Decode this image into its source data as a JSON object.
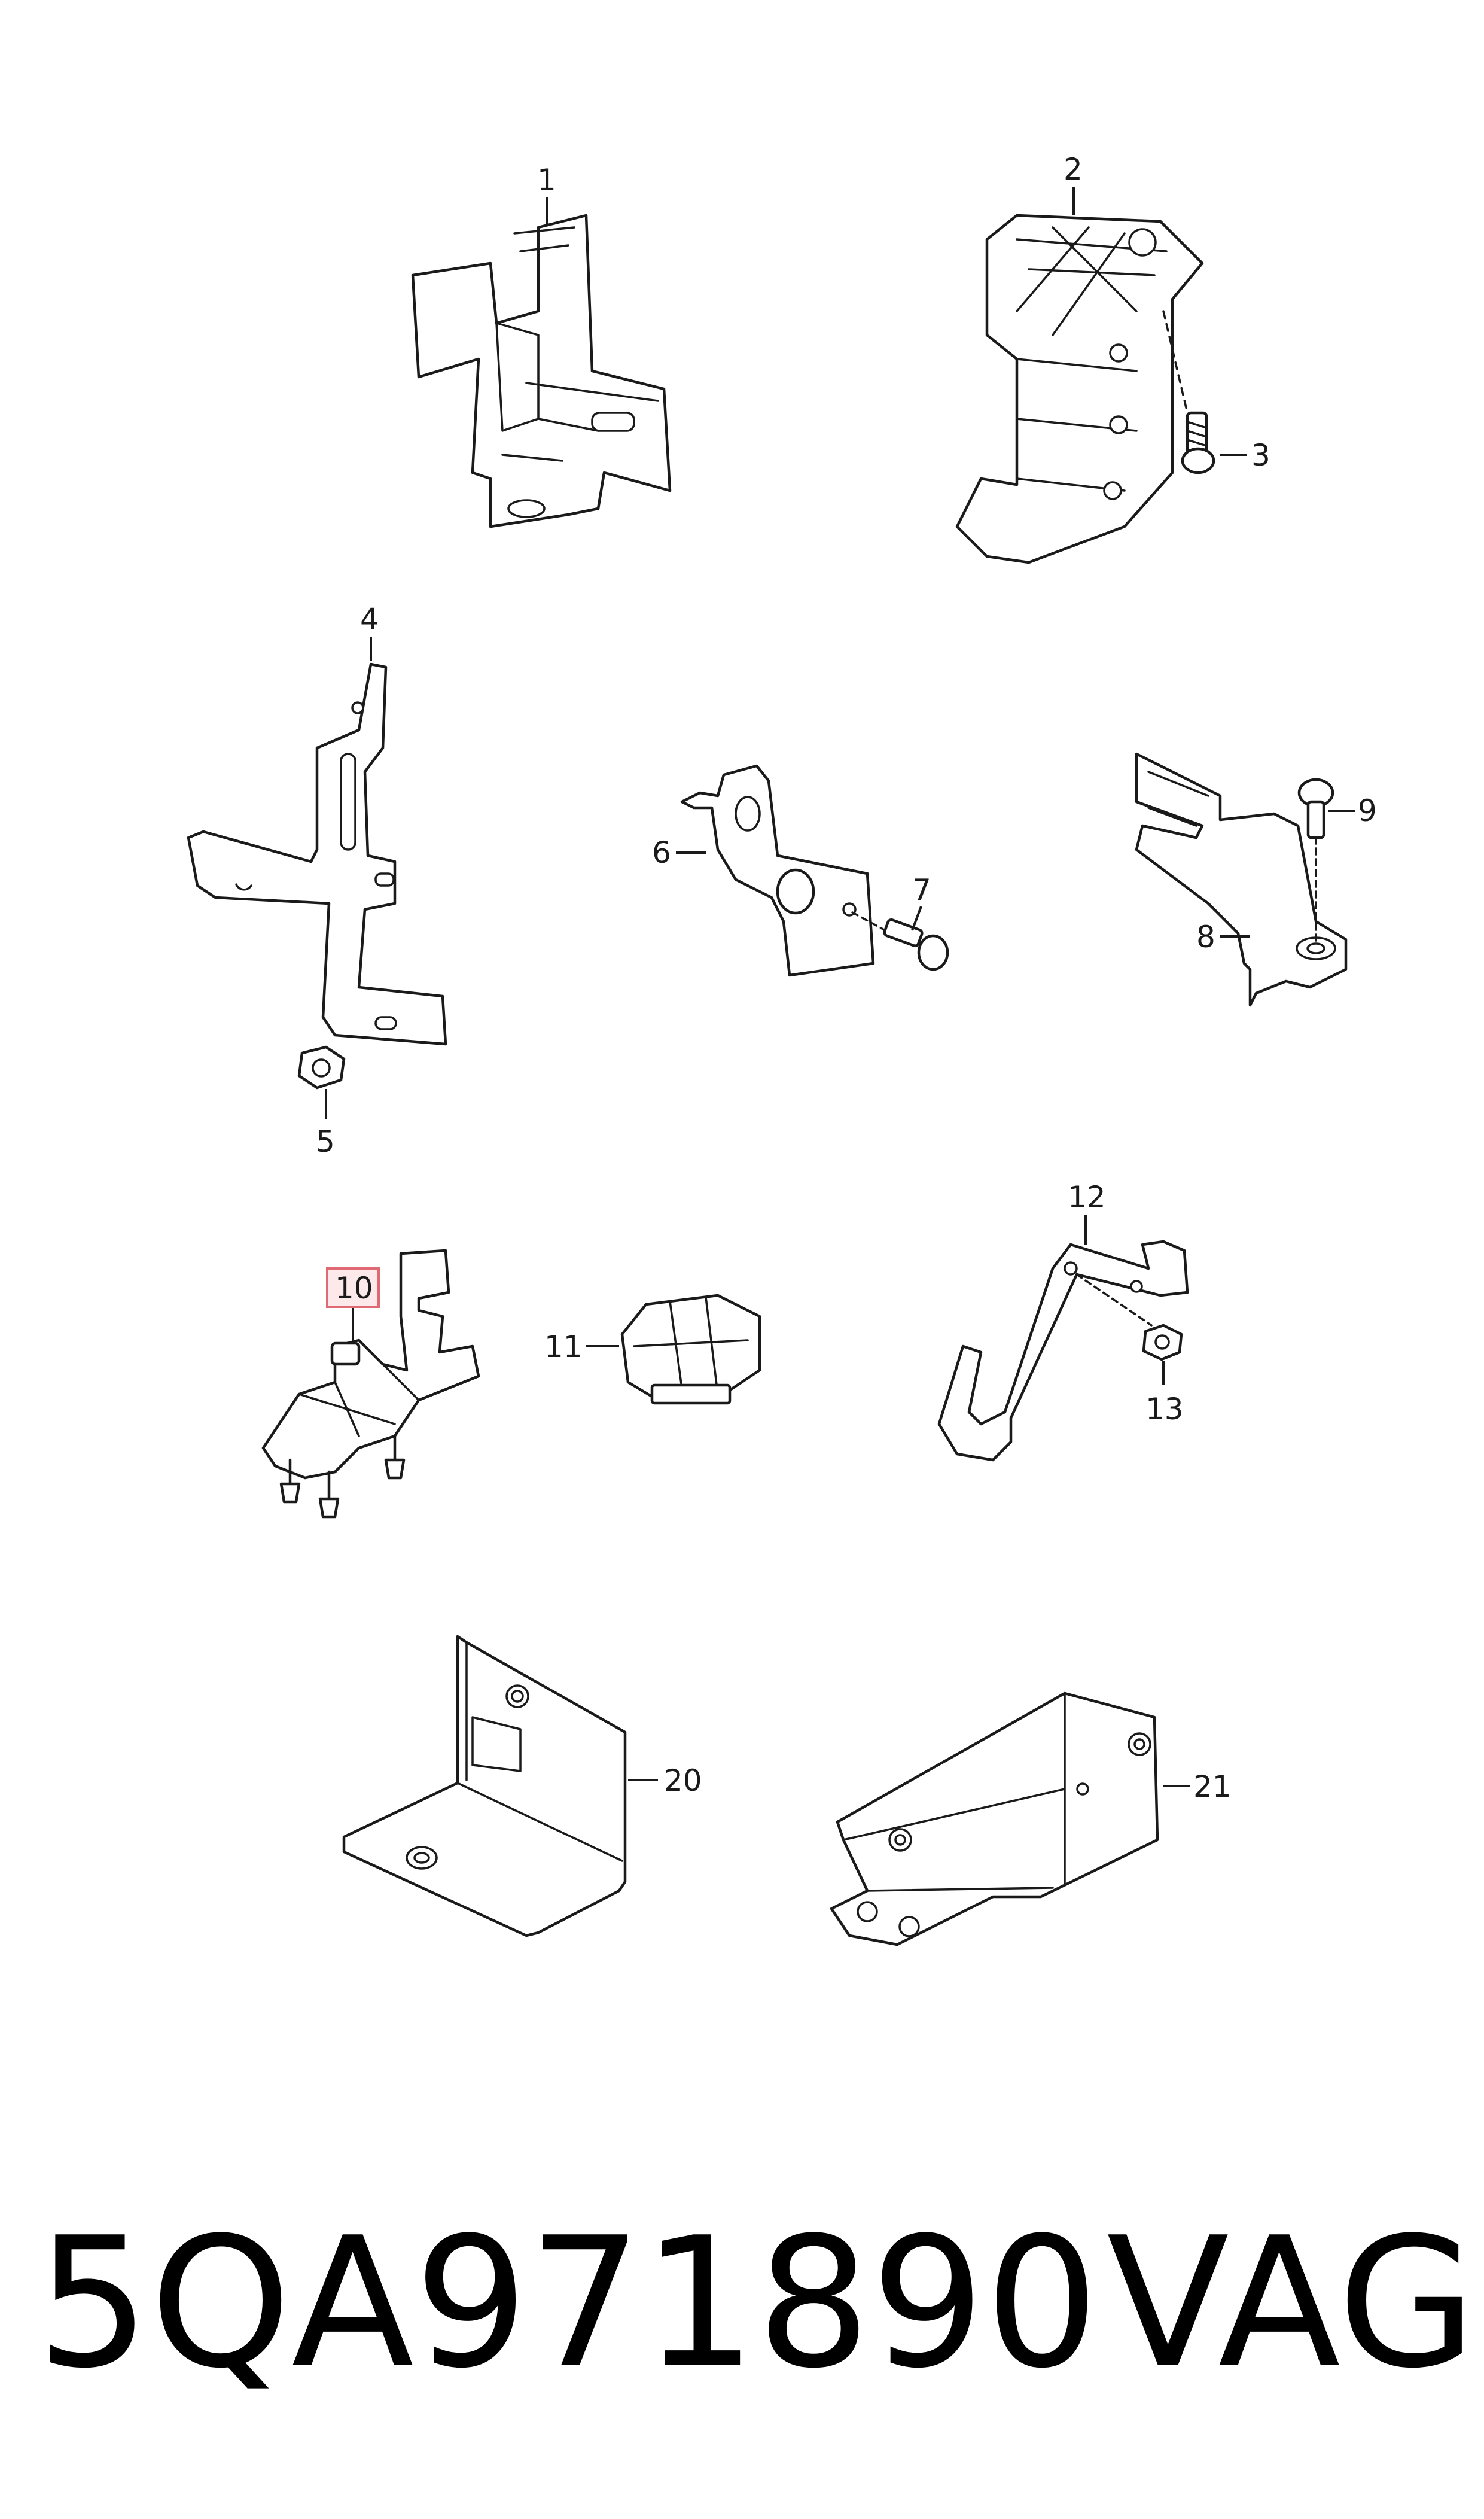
{
  "callouts": {
    "c1": "1",
    "c2": "2",
    "c3": "3",
    "c4": "4",
    "c5": "5",
    "c6": "6",
    "c7": "7",
    "c8": "8",
    "c9": "9",
    "c10": "10",
    "c11": "11",
    "c12": "12",
    "c13": "13",
    "c20": "20",
    "c21": "21"
  },
  "highlighted_callout": "10",
  "highlight_color": "#e06a74",
  "footer": {
    "part_number": "5QA971890",
    "brand": "VAG"
  }
}
